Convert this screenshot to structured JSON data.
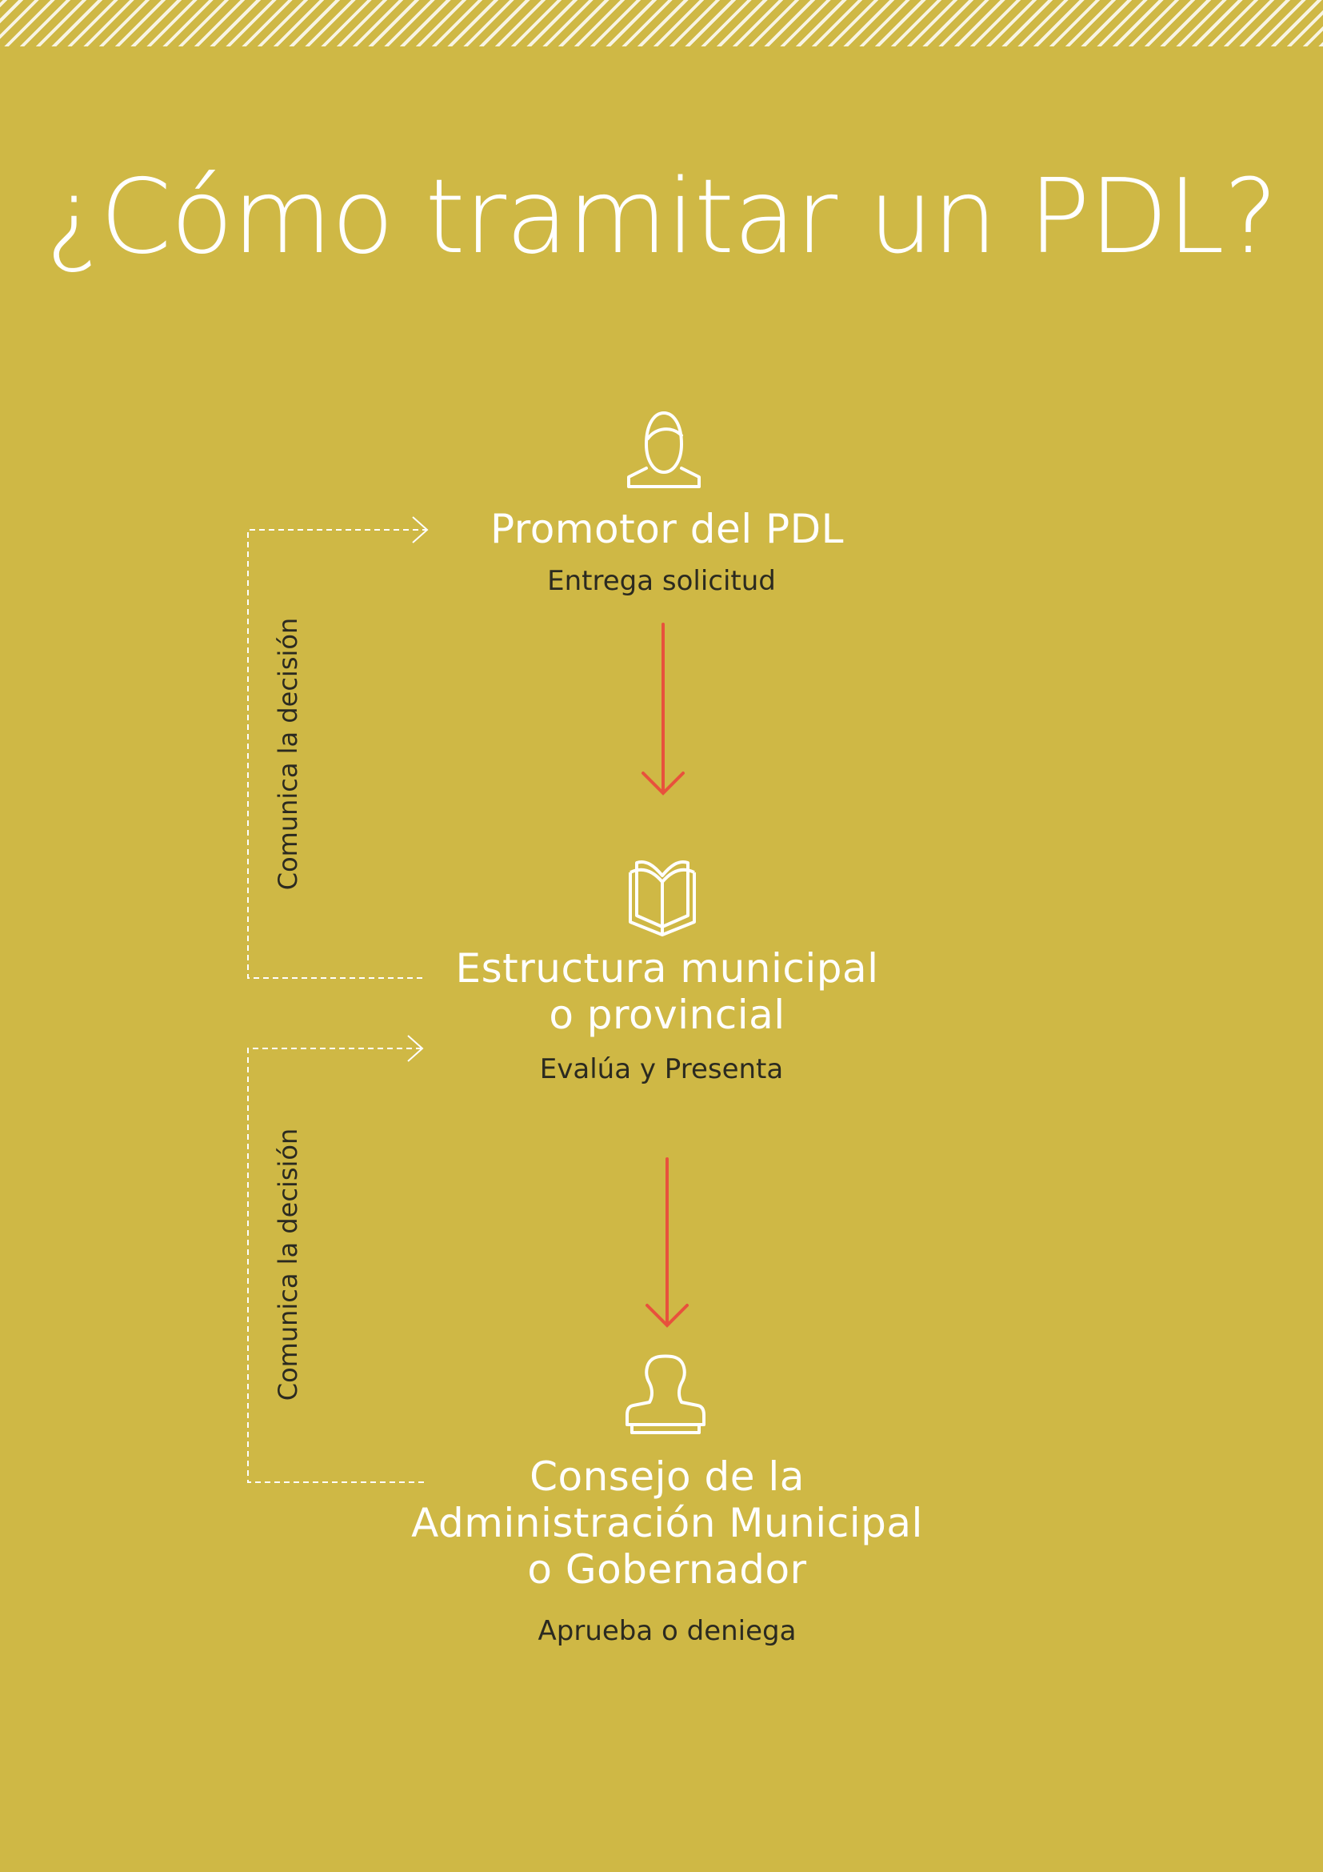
{
  "title": "¿Cómo tramitar un PDL?",
  "colors": {
    "background": "#cfb845",
    "text_light": "#ffffff",
    "text_dark": "#2b2a20",
    "arrow": "#e8513c",
    "dashed_line": "#ffffff"
  },
  "steps": [
    {
      "icon": "person-icon",
      "title": "Promotor del PDL",
      "description": "Entrega solicitud"
    },
    {
      "icon": "open-book-icon",
      "title": "Estructura municipal\no provincial",
      "description": "Evalúa y Presenta"
    },
    {
      "icon": "stamp-icon",
      "title": "Consejo de la\nAdministración Municipal\no Gobernador",
      "description": "Aprueba o deniega"
    }
  ],
  "feedback_labels": [
    "Comunica la decisión",
    "Comunica la decisión"
  ]
}
